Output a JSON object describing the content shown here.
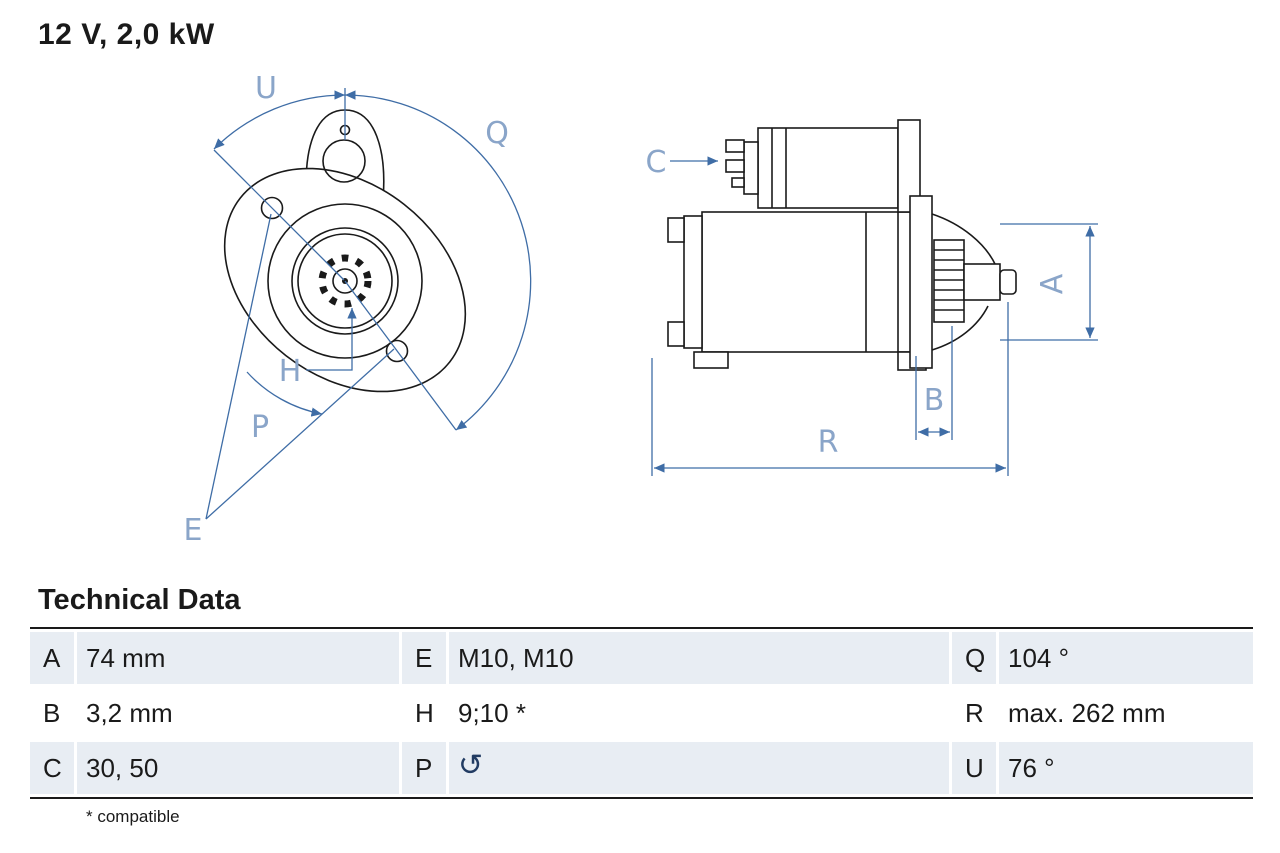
{
  "title": "12 V, 2,0 kW",
  "drawing": {
    "line_color": "#3f6da6",
    "label_color": "#8aa5c9",
    "front_view_labels": {
      "u": "U",
      "q": "Q",
      "p": "P",
      "h": "H",
      "e": "E"
    },
    "side_view_labels": {
      "c": "C",
      "a": "A",
      "b": "B",
      "r": "R"
    }
  },
  "icons": {
    "rotation_ccw": "↺"
  },
  "table": {
    "heading": "Technical Data",
    "footnote": "* compatible",
    "rows": [
      {
        "k1": "A",
        "v1": "74 mm",
        "k2": "E",
        "v2": "M10, M10",
        "k3": "Q",
        "v3": "104 °"
      },
      {
        "k1": "B",
        "v1": "3,2 mm",
        "k2": "H",
        "v2": "9;10 *",
        "k3": "R",
        "v3": "max. 262 mm"
      },
      {
        "k1": "C",
        "v1": "30, 50",
        "k2": "P",
        "v2": "",
        "k3": "U",
        "v3": "76 °"
      }
    ]
  }
}
